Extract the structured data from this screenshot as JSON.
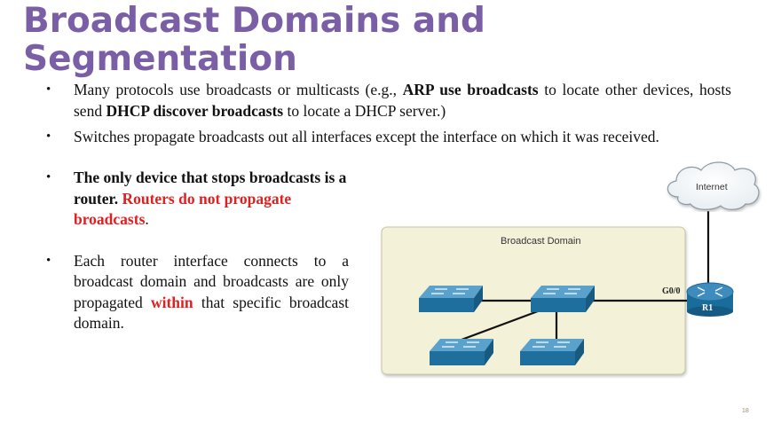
{
  "slide": {
    "title": "Broadcast Domains and Segmentation",
    "page_number": "18"
  },
  "bullets_top": [
    {
      "before": "Many protocols use broadcasts or multicasts (e.g., ",
      "bold1": "ARP use broadcasts",
      "mid": " to locate other devices, hosts send ",
      "bold2": "DHCP discover broadcasts",
      "after": " to locate a DHCP server.)"
    },
    {
      "text": "Switches propagate broadcasts out all interfaces except the interface on which it was received."
    }
  ],
  "bullets_left": [
    {
      "bold": "The only device that stops broadcasts is a router.",
      "red": " Routers do not propagate broadcasts",
      "after": "."
    },
    {
      "before": "Each router interface connects to a broadcast domain and broadcasts are only propagated ",
      "red": "within",
      "after": " that specific broadcast domain."
    }
  ],
  "diagram": {
    "domain_label": "Broadcast Domain",
    "cloud_label": "Internet",
    "interface_label": "G0/0",
    "router_label": "R1",
    "colors": {
      "domain_fill": "#f3f2d8",
      "switch_top": "#5aa2cc",
      "switch_front": "#1f6f9e",
      "router": "#1a6c9b",
      "link": "#111111"
    }
  }
}
